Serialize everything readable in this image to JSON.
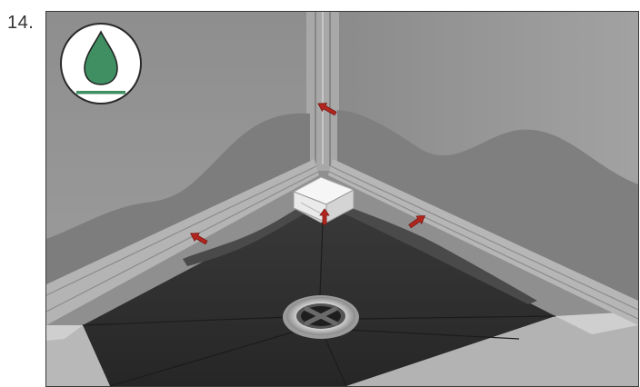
{
  "step": {
    "number": "14."
  },
  "badge": {
    "icon": "waterproofing-droplet-icon",
    "background_color": "#ffffff",
    "drop_color": "#3f8f63",
    "line_color": "#3f8f63"
  },
  "illustration": {
    "subject": "shower-corner-waterproofing",
    "arrow_color": "#b3261e",
    "arrow_count": 4,
    "membrane_color": "#2e2e2e",
    "wall_color": "#9a9a9a"
  }
}
